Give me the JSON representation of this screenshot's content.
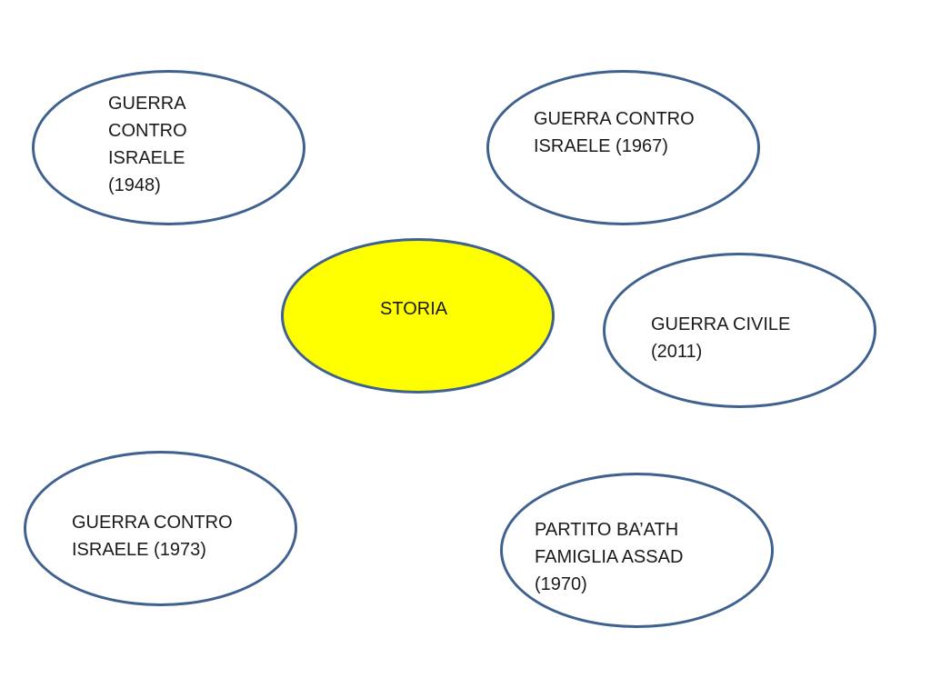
{
  "diagram": {
    "center": {
      "label": "STORIA",
      "fill": "#ffff00"
    },
    "nodes": [
      {
        "id": "guerra-1948",
        "label": "GUERRA\nCONTRO\nISRAELE\n(1948)"
      },
      {
        "id": "guerra-1967",
        "label": "GUERRA CONTRO\nISRAELE (1967)"
      },
      {
        "id": "guerra-civile-2011",
        "label": "GUERRA CIVILE\n(2011)"
      },
      {
        "id": "guerra-1973",
        "label": "GUERRA CONTRO\nISRAELE (1973)"
      },
      {
        "id": "partito-baath",
        "label": "PARTITO BA’ATH\nFAMIGLIA ASSAD\n(1970)"
      }
    ],
    "colors": {
      "outline": "#3f6190",
      "node_fill": "#ffffff",
      "text": "#1a1a1a"
    }
  }
}
